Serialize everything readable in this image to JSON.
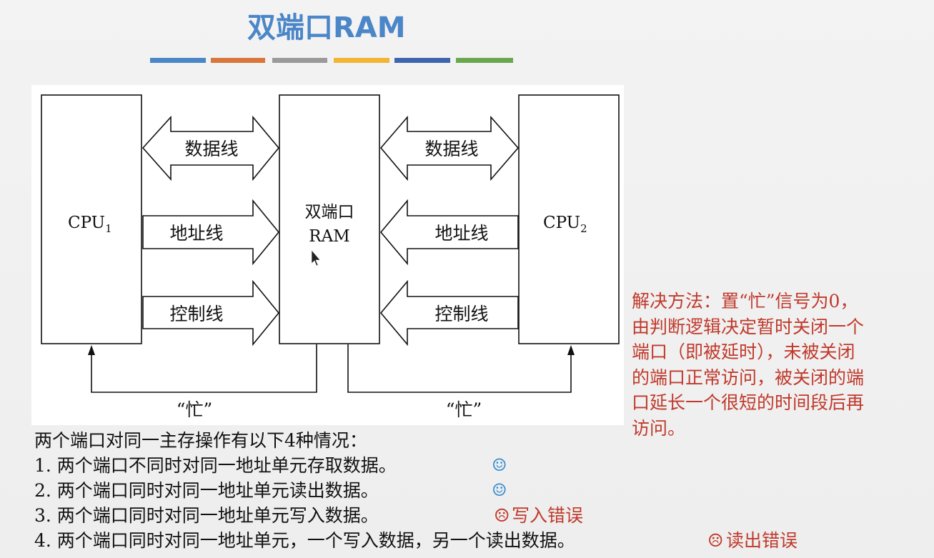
{
  "title": "双端口RAM",
  "color_bars": [
    "#4a86c8",
    "#d9763a",
    "#9a9a9a",
    "#f2b535",
    "#3f64b0",
    "#69a84f"
  ],
  "diagram": {
    "cpu1": "CPU",
    "cpu1_sub": "1",
    "cpu2": "CPU",
    "cpu2_sub": "2",
    "ram_line1": "双端口",
    "ram_line2": "RAM",
    "data_line_left": "数据线",
    "addr_line_left": "地址线",
    "ctrl_line_left": "控制线",
    "data_line_right": "数据线",
    "addr_line_right": "地址线",
    "ctrl_line_right": "控制线",
    "busy_left": "“忙”",
    "busy_right": "“忙”"
  },
  "cases": {
    "intro": "两个端口对同一主存操作有以下4种情况：",
    "items": [
      {
        "text": "1. 两个端口不同时对同一地址单元存取数据。",
        "mark": "☺",
        "result": ""
      },
      {
        "text": "2. 两个端口同时对同一地址单元读出数据。",
        "mark": "☺",
        "result": ""
      },
      {
        "text": "3. 两个端口同时对同一地址单元写入数据。",
        "mark": "☹",
        "result": "写入错误"
      },
      {
        "text": "4. 两个端口同时对同一地址单元，一个写入数据，另一个读出数据。",
        "mark": "☹",
        "result": "读出错误"
      }
    ]
  },
  "solution": {
    "lines": [
      "解决方法：置“忙”信号为0，",
      "由判断逻辑决定暂时关闭一个",
      "端口（即被延时），未被关闭",
      "的端口正常访问，被关闭的端",
      "口延长一个很短的时间段后再",
      "访问。"
    ]
  }
}
